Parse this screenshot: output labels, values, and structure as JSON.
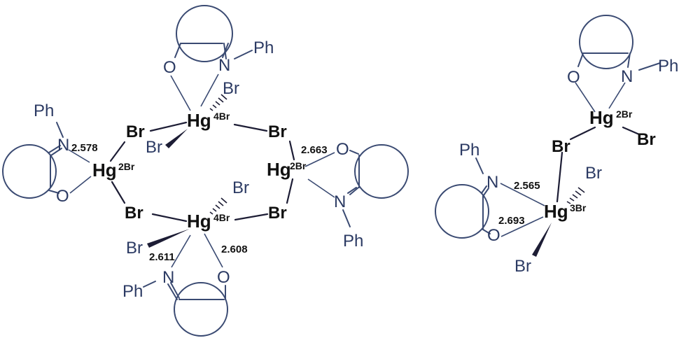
{
  "labels": {
    "br": "Br",
    "o": "O",
    "n": "N",
    "ph": "Ph",
    "hg": "Hg",
    "sup_4br": "4Br",
    "sup_2br": "2Br",
    "sup_3br": "3Br"
  },
  "distances": {
    "d2578": "2.578",
    "d2663": "2.663",
    "d2611": "2.611",
    "d2608": "2.608",
    "d2565": "2.565",
    "d2693": "2.693"
  },
  "colors": {
    "ligand": "#3a4a72",
    "bond": "#1d1d35",
    "text_ligand": "#2b3a63"
  }
}
